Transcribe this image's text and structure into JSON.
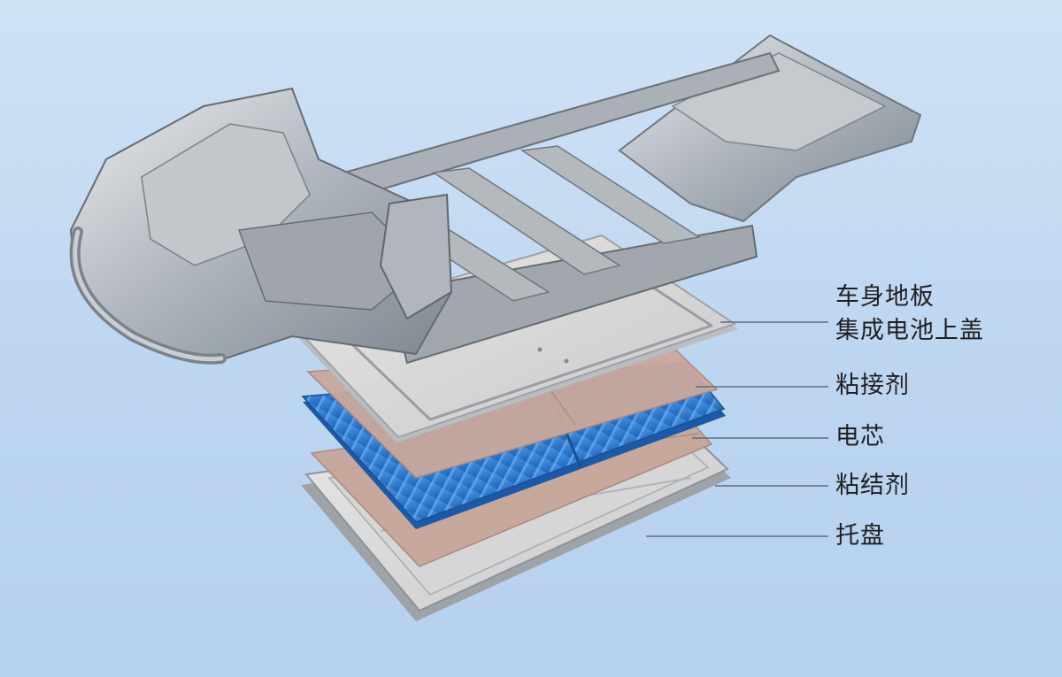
{
  "labels": {
    "floor_line1": "车身地板",
    "floor_line2": "集成电池上盖",
    "adhesive_top": "粘接剂",
    "cells": "电芯",
    "adhesive_bottom": "粘结剂",
    "tray": "托盘"
  },
  "colors": {
    "background": "#c4dbf2",
    "leader_line": "#5a6f85",
    "label_text": "#1f1f1f",
    "aluminum": "#b9bec4",
    "cover_plate": "#dcdcdc",
    "adhesive": "#c9a89c",
    "cells": "#2f7fd6",
    "tray": "#c8c8c8"
  }
}
